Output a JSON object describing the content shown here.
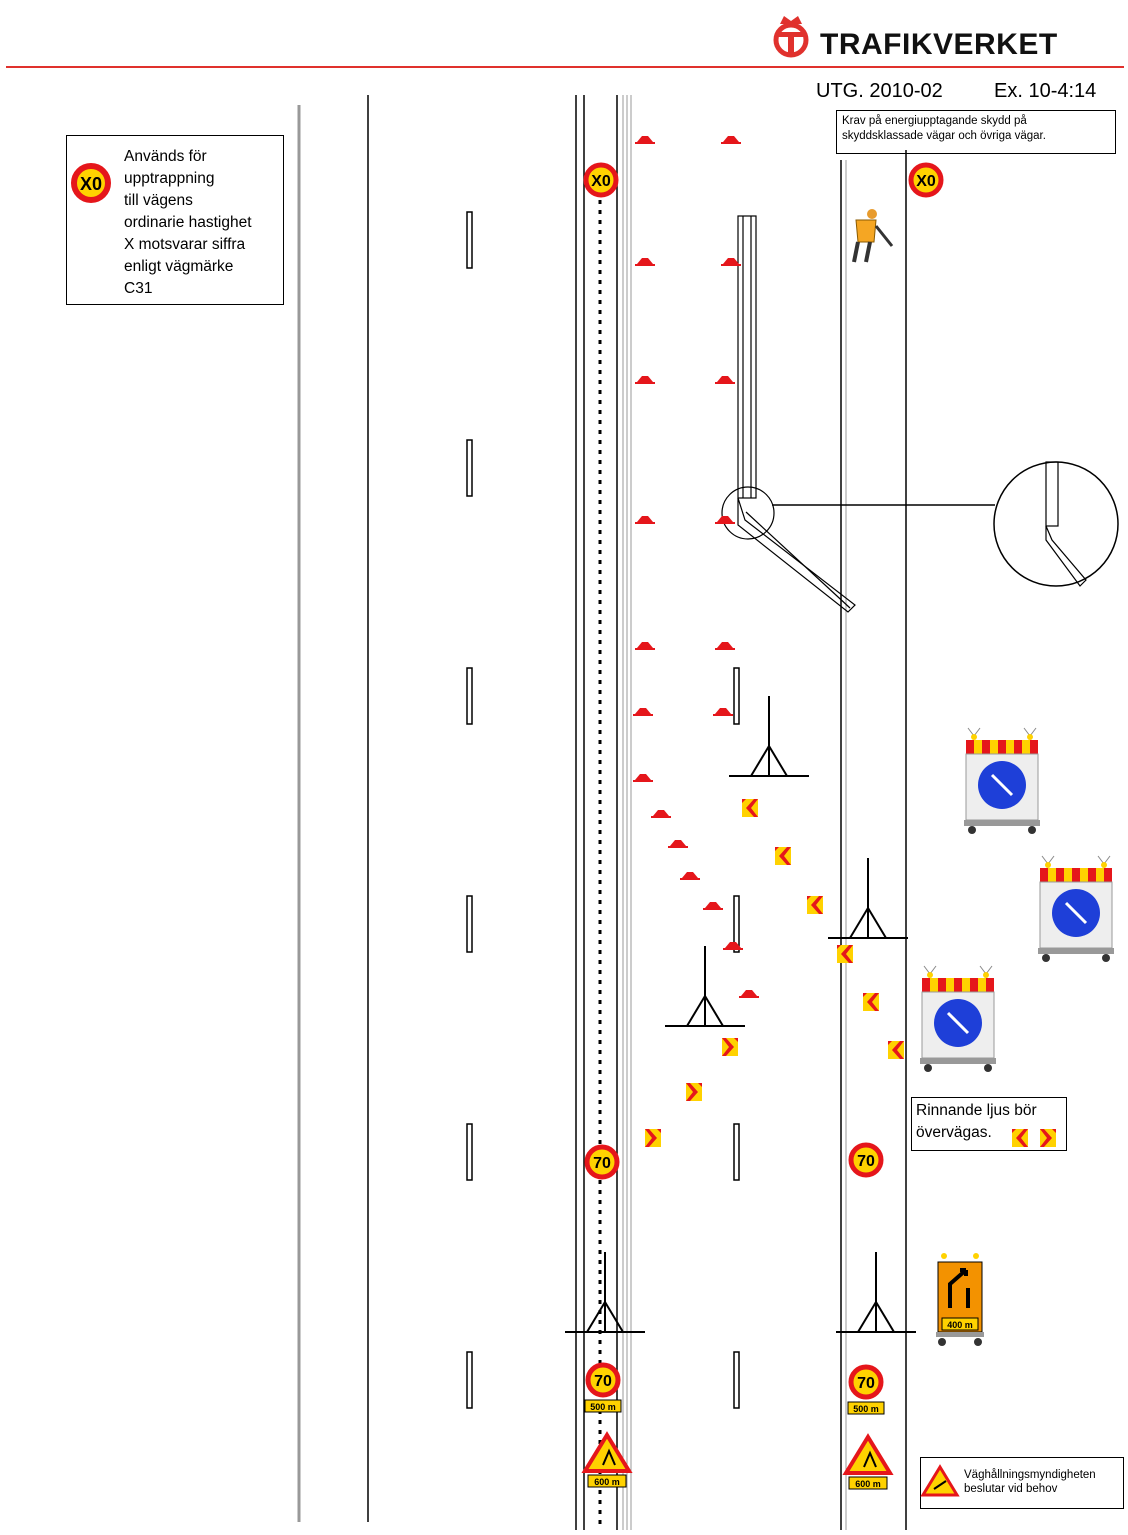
{
  "header": {
    "brand": "TRAFIKVERKET",
    "doc_code": "UTG. 2010-02",
    "doc_ex": "Ex. 10-4:14",
    "requirement_line1": "Krav på energiupptagande skydd på",
    "requirement_line2": "skyddsklassade vägar och övriga vägar."
  },
  "legend": {
    "sign_label": "X0",
    "lines": [
      "Används för",
      "upptrappning",
      "till vägens",
      "ordinarie hastighet",
      "X motsvarar siffra",
      "enligt vägmärke",
      "C31"
    ]
  },
  "signs": {
    "speed_x": "X0",
    "speed_70": "70",
    "dist_500": "500 m",
    "dist_600": "600 m",
    "dist_400": "400 m"
  },
  "note": {
    "line1": "Rinnande ljus bör",
    "line2": "övervägas."
  },
  "authority": {
    "line1": "Väghållningsmyndigheten",
    "line2": "beslutar vid behov"
  },
  "colors": {
    "brand_red": "#e0312d",
    "sign_red": "#e5161b",
    "sign_yellow": "#ffd200",
    "blue": "#1e3fd8",
    "orange": "#f39200"
  }
}
